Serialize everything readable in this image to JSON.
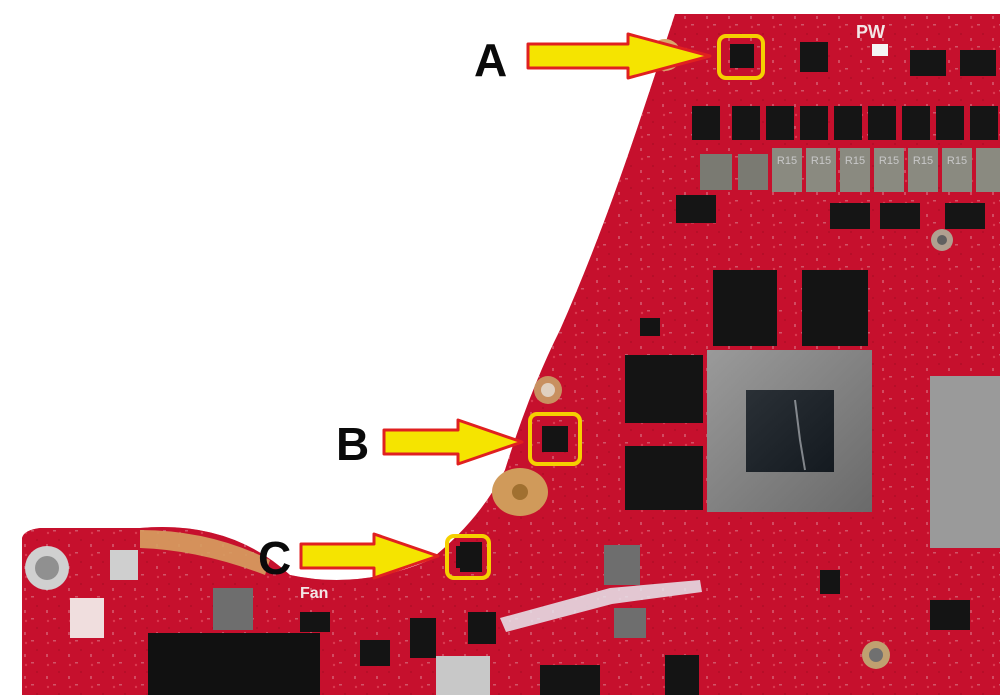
{
  "image": {
    "subject": "laptop-motherboard",
    "board_color": "#c8102e",
    "highlight_color": "#f5d000",
    "arrow_color": "#f5e400",
    "arrow_outline": "#e02020"
  },
  "callouts": [
    {
      "label": "A"
    },
    {
      "label": "B"
    },
    {
      "label": "C"
    }
  ],
  "silkscreen": {
    "power": "PW",
    "fan": "Fan"
  },
  "inductor_marking": "R15"
}
